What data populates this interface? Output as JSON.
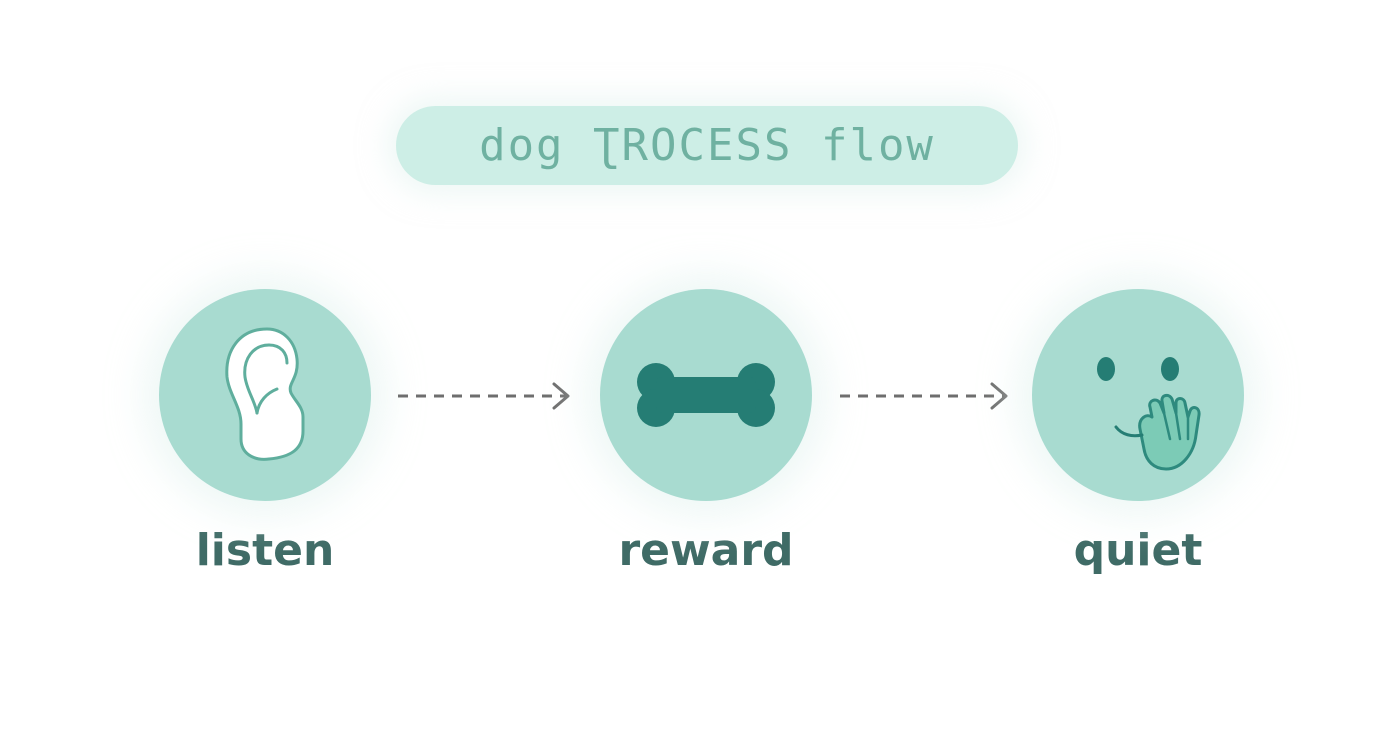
{
  "title": "dog ƮROCESS flow",
  "steps": [
    {
      "label": "listen",
      "icon": "ear-icon"
    },
    {
      "label": "reward",
      "icon": "bone-icon"
    },
    {
      "label": "quiet",
      "icon": "hush-face-icon"
    }
  ],
  "connectors": [
    "dashed-arrow",
    "dashed-arrow"
  ],
  "colors": {
    "title_background": "#cdeee6",
    "title_text": "#6fb1a1",
    "circle_fill": "#a8dbd0",
    "icon_dark": "#257d74",
    "label_text": "#3f6b66",
    "arrow": "#6e6e6e"
  }
}
